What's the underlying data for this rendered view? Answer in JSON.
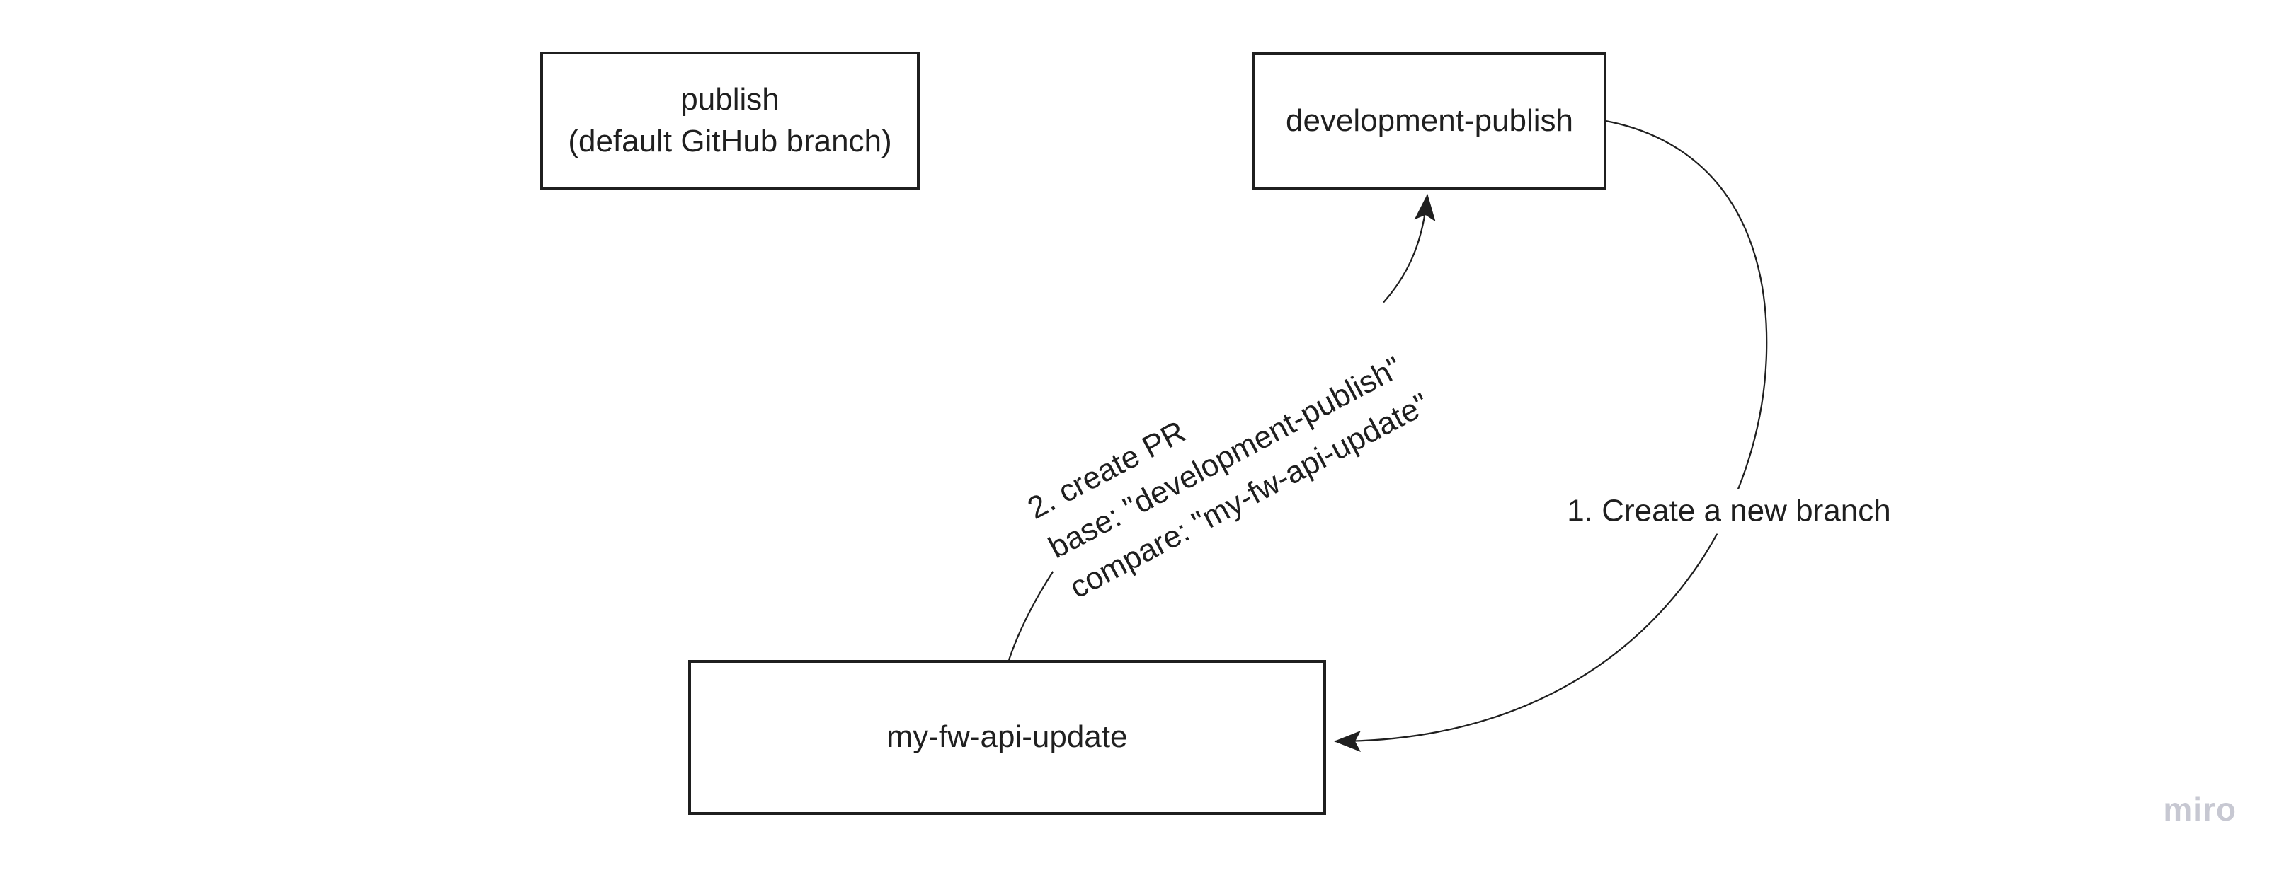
{
  "page": {
    "background": "#ffffff",
    "ink": "#1f1f1f"
  },
  "diagram": {
    "nodes": {
      "publish": {
        "label": "publish\n(default GitHub branch)"
      },
      "development_publish": {
        "label": "development-publish"
      },
      "my_fw_api_update": {
        "label": "my-fw-api-update"
      }
    },
    "connectors": {
      "create_branch": {
        "label": "1. Create a new branch",
        "from": "development-publish",
        "to": "my-fw-api-update"
      },
      "create_pr": {
        "label": "2. create PR\nbase: \"development-publish\"\ncompare: \"my-fw-api-update\"",
        "from": "my-fw-api-update",
        "to": "development-publish"
      }
    }
  },
  "watermark": {
    "label": "miro",
    "color": "#c7c8d2"
  }
}
